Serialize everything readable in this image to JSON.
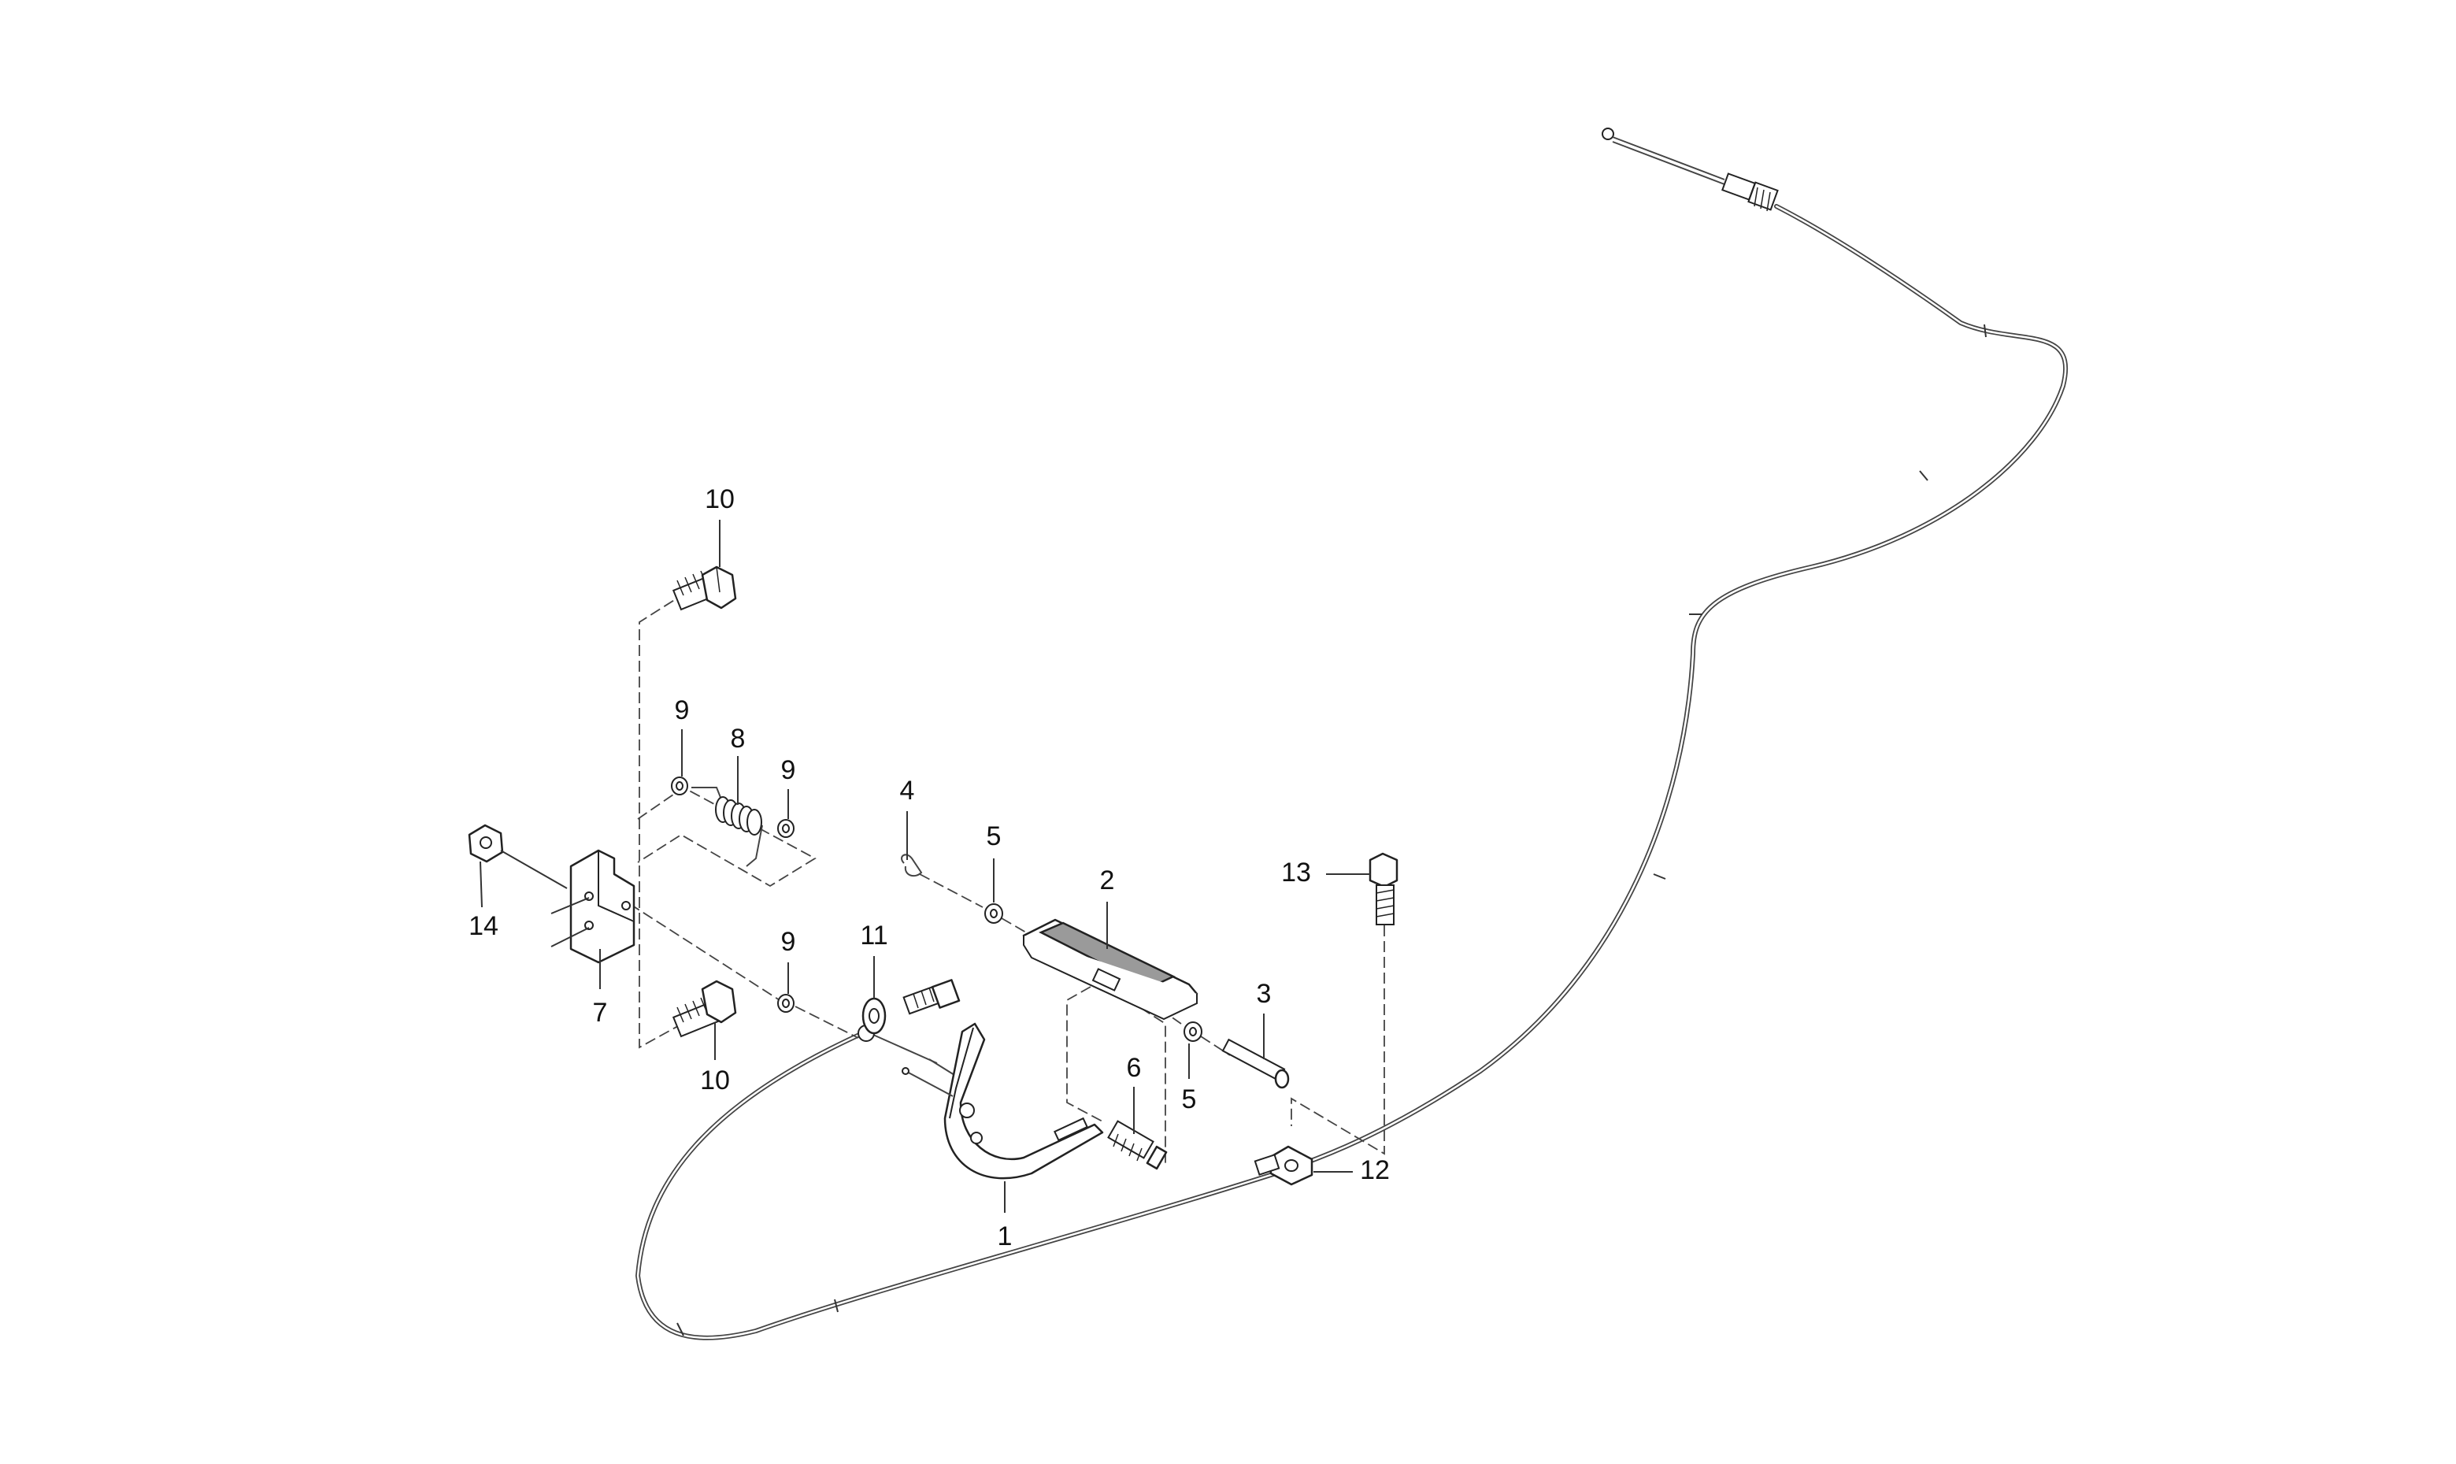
{
  "callouts": [
    {
      "id": "1",
      "label": "1"
    },
    {
      "id": "2",
      "label": "2"
    },
    {
      "id": "3",
      "label": "3"
    },
    {
      "id": "4",
      "label": "4"
    },
    {
      "id": "5a",
      "label": "5"
    },
    {
      "id": "5b",
      "label": "5"
    },
    {
      "id": "6",
      "label": "6"
    },
    {
      "id": "7",
      "label": "7"
    },
    {
      "id": "8",
      "label": "8"
    },
    {
      "id": "9a",
      "label": "9"
    },
    {
      "id": "9b",
      "label": "9"
    },
    {
      "id": "9c",
      "label": "9"
    },
    {
      "id": "10a",
      "label": "10"
    },
    {
      "id": "10b",
      "label": "10"
    },
    {
      "id": "11",
      "label": "11"
    },
    {
      "id": "12",
      "label": "12"
    },
    {
      "id": "13",
      "label": "13"
    },
    {
      "id": "14",
      "label": "14"
    }
  ]
}
